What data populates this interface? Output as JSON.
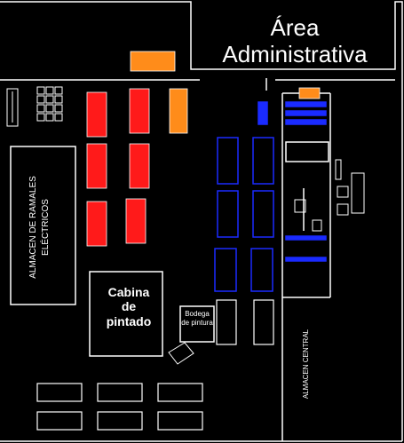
{
  "areas": {
    "admin_line1": "Área",
    "admin_line2": "Administrativa",
    "storage_line1": "ALMACEN DE RAMALES",
    "storage_line2": "ELÉCTRICOS",
    "booth_line1": "Cabina",
    "booth_line2": "de",
    "booth_line3": "pintado",
    "cellar_line1": "Bodega",
    "cellar_line2": "de pintura",
    "central_store": "ALMACEN CENTRAL"
  },
  "colors": {
    "background": "#000000",
    "lines": "#ffffff",
    "red_machine": "#ff1a1a",
    "orange_machine": "#ff8c1a",
    "blue_rack": "#1a2bff"
  }
}
